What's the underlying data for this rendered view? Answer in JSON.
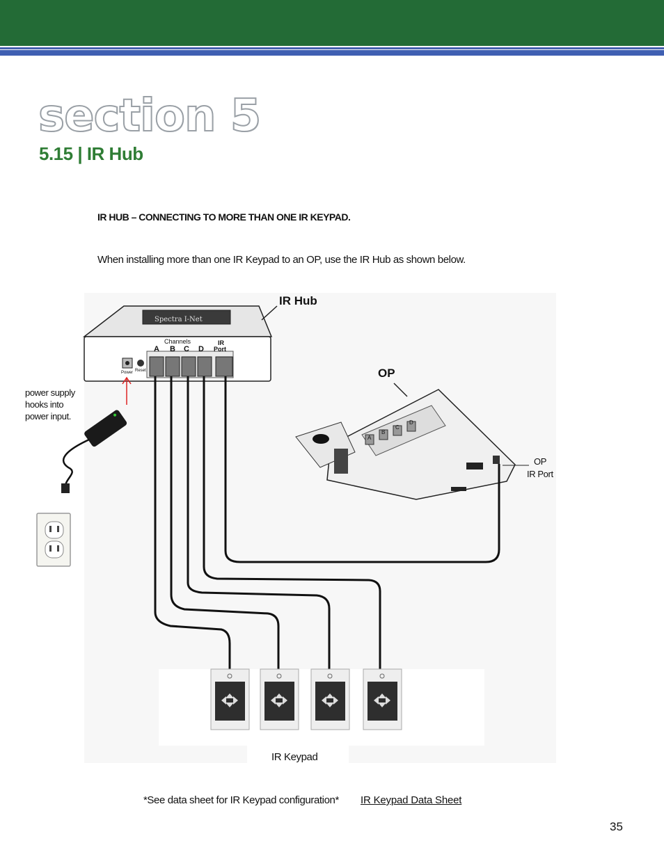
{
  "header": {
    "section": "section 5",
    "subtitle": "5.15 | IR Hub"
  },
  "content": {
    "heading": "IR HUB – CONNECTING TO MORE THAN ONE IR KEYPAD.",
    "paragraph": "When installing more than one IR Keypad to an OP, use the IR Hub as shown below."
  },
  "diagram": {
    "hub_label": "IR Hub",
    "hub_brand": "Spectra I-Net",
    "channels_label": "Channels",
    "channels": [
      "A",
      "B",
      "C",
      "D"
    ],
    "ir_port_label": [
      "IR",
      "Port"
    ],
    "power_label": "Power",
    "reset_label": "Reset",
    "op_label": "OP",
    "op_ir_port": [
      "OP",
      "IR Port"
    ],
    "power_note": [
      "power supply",
      "hooks into",
      "power input."
    ],
    "keypad_label": "IR Keypad",
    "op_channels": [
      "A",
      "B",
      "C",
      "D"
    ]
  },
  "footer": {
    "note": "*See data sheet for IR Keypad configuration*",
    "link": "IR Keypad Data Sheet",
    "page": "35"
  }
}
